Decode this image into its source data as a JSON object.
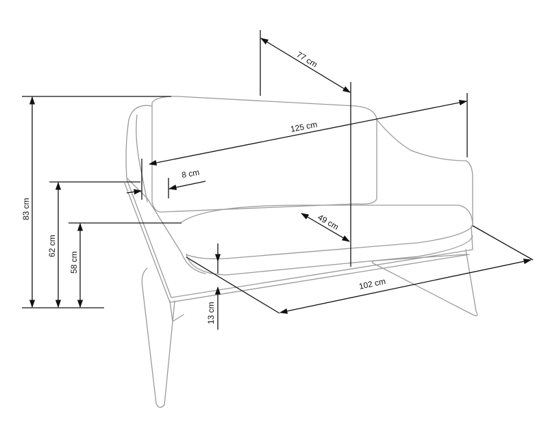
{
  "title": "Sofa dimensions diagram",
  "dimensions": {
    "depth_top": "77 cm",
    "width_top": "125 cm",
    "armrest": "8 cm",
    "total_height": "83 cm",
    "armrest_height": "62 cm",
    "seat_height": "58 cm",
    "seat_depth": "49 cm",
    "seat_width": "102 cm",
    "leg_clearance": "13 cm"
  }
}
